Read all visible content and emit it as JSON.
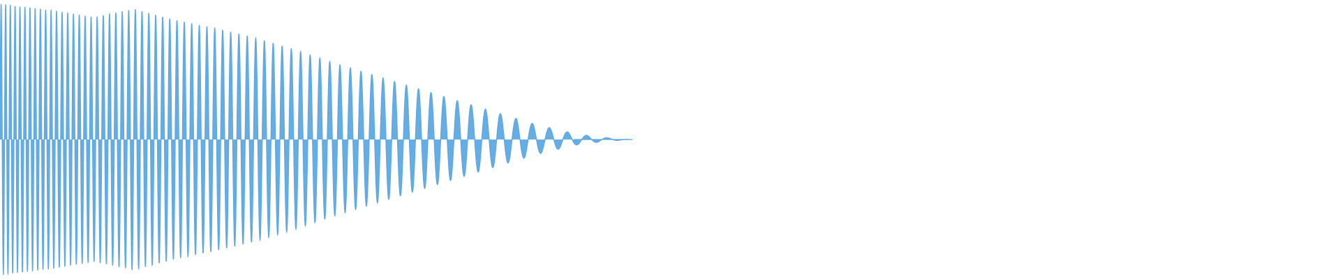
{
  "chart_data": {
    "type": "area",
    "title": "",
    "xlabel": "",
    "ylabel": "",
    "grid": false,
    "legend": "none",
    "colors": {
      "waveform": "#5ea9e2",
      "background": "#ffffff"
    },
    "xlim": [
      0,
      1
    ],
    "ylim": [
      -1,
      1
    ],
    "signal_end": 0.47,
    "envelope": {
      "x": [
        0,
        0.015,
        0.04,
        0.07,
        0.1,
        0.13,
        0.16,
        0.19,
        0.22,
        0.25,
        0.28,
        0.31,
        0.34,
        0.37,
        0.4,
        0.43,
        0.45,
        0.47
      ],
      "amplitude": [
        1.0,
        0.98,
        0.95,
        0.9,
        0.96,
        0.88,
        0.82,
        0.75,
        0.66,
        0.56,
        0.47,
        0.38,
        0.29,
        0.2,
        0.11,
        0.04,
        0.015,
        0.0
      ]
    },
    "carrier": {
      "description_free": true,
      "freq_start": 310,
      "freq_end": 58
    }
  }
}
